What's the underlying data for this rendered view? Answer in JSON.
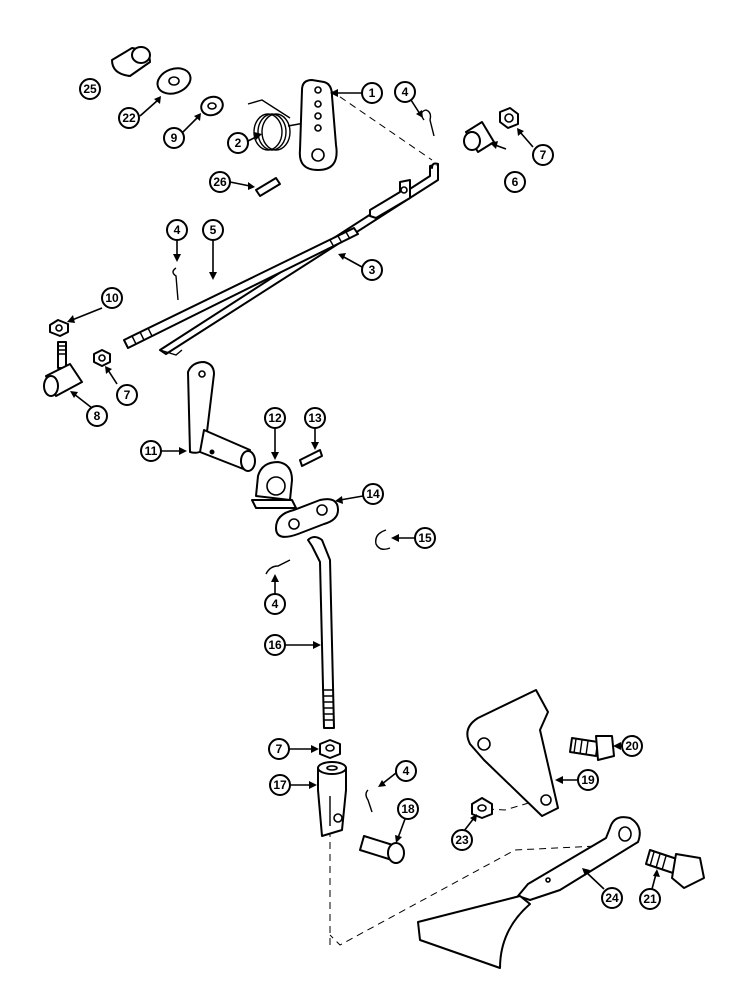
{
  "callouts": [
    {
      "id": "1",
      "label": "1"
    },
    {
      "id": "2",
      "label": "2"
    },
    {
      "id": "3",
      "label": "3"
    },
    {
      "id": "4a",
      "label": "4"
    },
    {
      "id": "4b",
      "label": "4"
    },
    {
      "id": "4c",
      "label": "4"
    },
    {
      "id": "4d",
      "label": "4"
    },
    {
      "id": "5",
      "label": "5"
    },
    {
      "id": "6",
      "label": "6"
    },
    {
      "id": "7a",
      "label": "7"
    },
    {
      "id": "7b",
      "label": "7"
    },
    {
      "id": "7c",
      "label": "7"
    },
    {
      "id": "8",
      "label": "8"
    },
    {
      "id": "9",
      "label": "9"
    },
    {
      "id": "10",
      "label": "10"
    },
    {
      "id": "11",
      "label": "11"
    },
    {
      "id": "12",
      "label": "12"
    },
    {
      "id": "13",
      "label": "13"
    },
    {
      "id": "14",
      "label": "14"
    },
    {
      "id": "15",
      "label": "15"
    },
    {
      "id": "16",
      "label": "16"
    },
    {
      "id": "17",
      "label": "17"
    },
    {
      "id": "18",
      "label": "18"
    },
    {
      "id": "19",
      "label": "19"
    },
    {
      "id": "20",
      "label": "20"
    },
    {
      "id": "21",
      "label": "21"
    },
    {
      "id": "22",
      "label": "22"
    },
    {
      "id": "23",
      "label": "23"
    },
    {
      "id": "24",
      "label": "24"
    },
    {
      "id": "25",
      "label": "25"
    },
    {
      "id": "26",
      "label": "26"
    }
  ]
}
